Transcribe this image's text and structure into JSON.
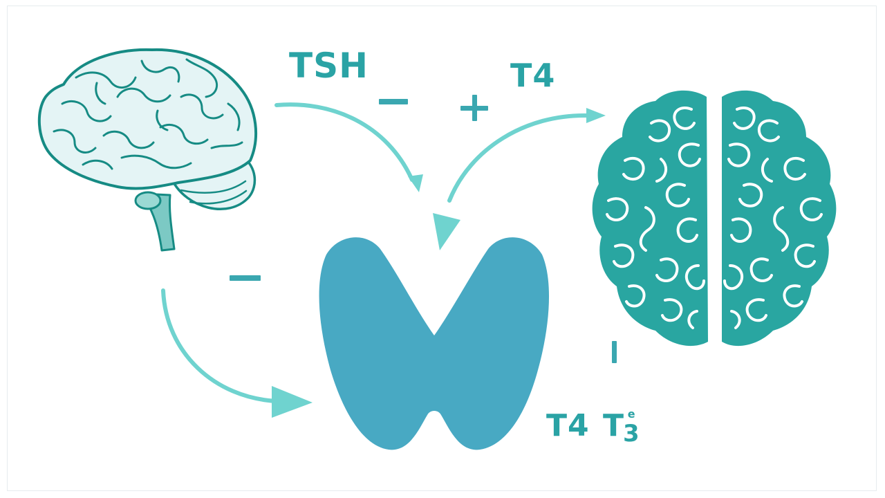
{
  "labels": {
    "tsh": "TSH",
    "t4_top": "T4",
    "t4_bottom": "T4",
    "t3_main": "T",
    "t3_sub": "3",
    "t3_sup": "e"
  },
  "signs": {
    "top_minus": "−",
    "top_plus": "+",
    "left_minus": "−",
    "right_mark": "|"
  },
  "colors": {
    "label_teal": "#2aa3a5",
    "arrow_light": "#6fd3cf",
    "sign_teal": "#3aa7b0",
    "brain_outline": "#168b84",
    "brain_fill": "#e4f4f5",
    "brain_solid": "#29a6a1",
    "thyroid": "#48a9c3",
    "stem": "#7cc9c4"
  }
}
